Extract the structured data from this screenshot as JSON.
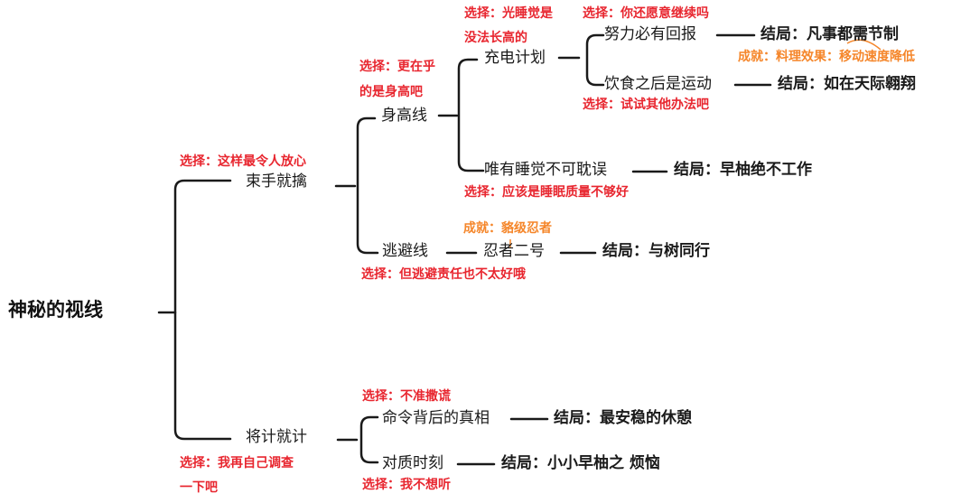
{
  "root": "神秘的视线",
  "nodes": {
    "shushou": "束手就擒",
    "shengao": "身高线",
    "chongdian": "充电计划",
    "nuli": "努力必有回报",
    "yinshi": "饮食之后是运动",
    "weiyou": "唯有睡觉不可耽误",
    "taobi": "逃避线",
    "renzhe": "忍者二号",
    "jiangji": "将计就计",
    "mingling": "命令背后的真相",
    "duizhi": "对质时刻"
  },
  "endings": {
    "fanshi": "结局：凡事都需节制",
    "tianji": "结局：如在天际翱翔",
    "zaoyou": "结局：早柚绝不工作",
    "yushu": "结局：与树同行",
    "xiuqi": "结局：最安稳的休憩",
    "fannao": "结局：小小早柚之 烦恼"
  },
  "choices": {
    "fangxin": "选择：这样最令人放心",
    "shengao_1": "选择：更在乎",
    "shengao_2": "的是身高吧",
    "guangshui_1": "选择：光睡觉是",
    "guangshui_2": "没法长高的",
    "jixu": "选择：你还愿意继续吗",
    "shishi": "选择：试试其他办法吧",
    "shuimian": "选择：应该是睡眠质量不够好",
    "zeren": "选择：但逃避责任也不太好哦",
    "chehuang": "选择：不准撒谎",
    "diaocha_1": "选择：我再自己调查",
    "diaocha_2": "一下吧",
    "buxiang": "选择：我不想听"
  },
  "achievements": {
    "liaoli": "成就：料理效果：移动速度降低",
    "renzhe": "成就：貉级忍者"
  },
  "colors": {
    "line": "#1a1a1a",
    "choice": "#e8262f",
    "achievement": "#f5862a"
  }
}
